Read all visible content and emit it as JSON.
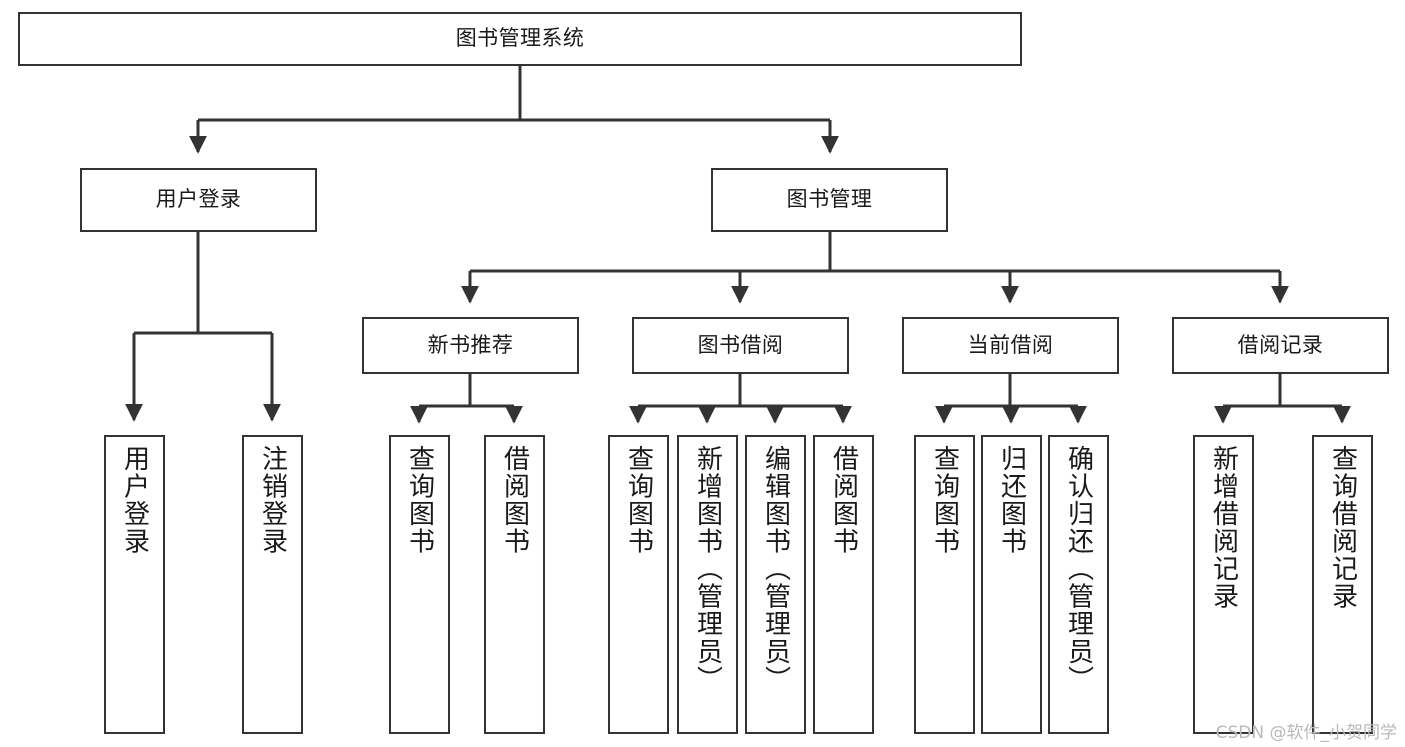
{
  "diagram": {
    "type": "tree",
    "title": "图书管理系统",
    "watermark": "CSDN @软件_小贺同学",
    "colors": {
      "box_border": "#333333",
      "box_fill": "#ffffff",
      "connector": "#333333",
      "text": "#1a1a1a",
      "watermark": "#b9b9b9",
      "background": "#ffffff"
    },
    "nodes": {
      "root": {
        "label": "图书管理系统"
      },
      "level2": [
        {
          "label": "用户登录"
        },
        {
          "label": "图书管理"
        }
      ],
      "level3": [
        {
          "label": "新书推荐"
        },
        {
          "label": "图书借阅"
        },
        {
          "label": "当前借阅"
        },
        {
          "label": "借阅记录"
        }
      ],
      "leaves": {
        "user_login": [
          {
            "label": "用户登录"
          },
          {
            "label": "注销登录"
          }
        ],
        "new_book_recommend": [
          {
            "label": "查询图书"
          },
          {
            "label": "借阅图书"
          }
        ],
        "book_borrow": [
          {
            "label": "查询图书"
          },
          {
            "label": "新增图书（管理员）"
          },
          {
            "label": "编辑图书（管理员）"
          },
          {
            "label": "借阅图书"
          }
        ],
        "current_borrow": [
          {
            "label": "查询图书"
          },
          {
            "label": "归还图书"
          },
          {
            "label": "确认归还（管理员）"
          }
        ],
        "borrow_record": [
          {
            "label": "新增借阅记录"
          },
          {
            "label": "查询借阅记录"
          }
        ]
      }
    }
  }
}
